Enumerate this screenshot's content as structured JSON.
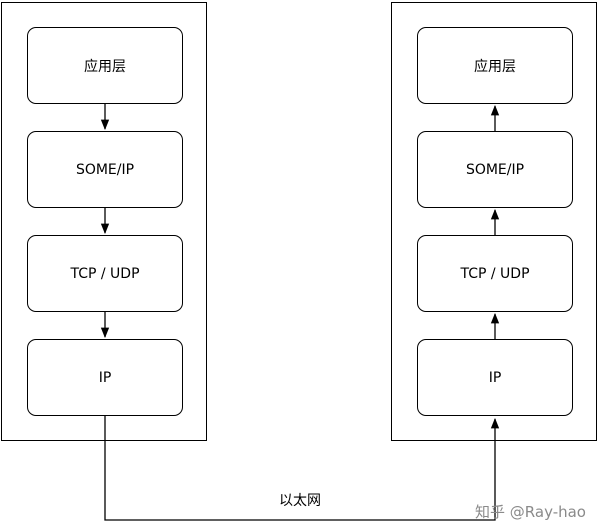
{
  "left_stack": {
    "layers": [
      "应用层",
      "SOME/IP",
      "TCP / UDP",
      "IP"
    ],
    "flow": "down"
  },
  "right_stack": {
    "layers": [
      "应用层",
      "SOME/IP",
      "TCP / UDP",
      "IP"
    ],
    "flow": "up"
  },
  "link_label": "以太网",
  "watermark": "知乎 @Ray-hao"
}
